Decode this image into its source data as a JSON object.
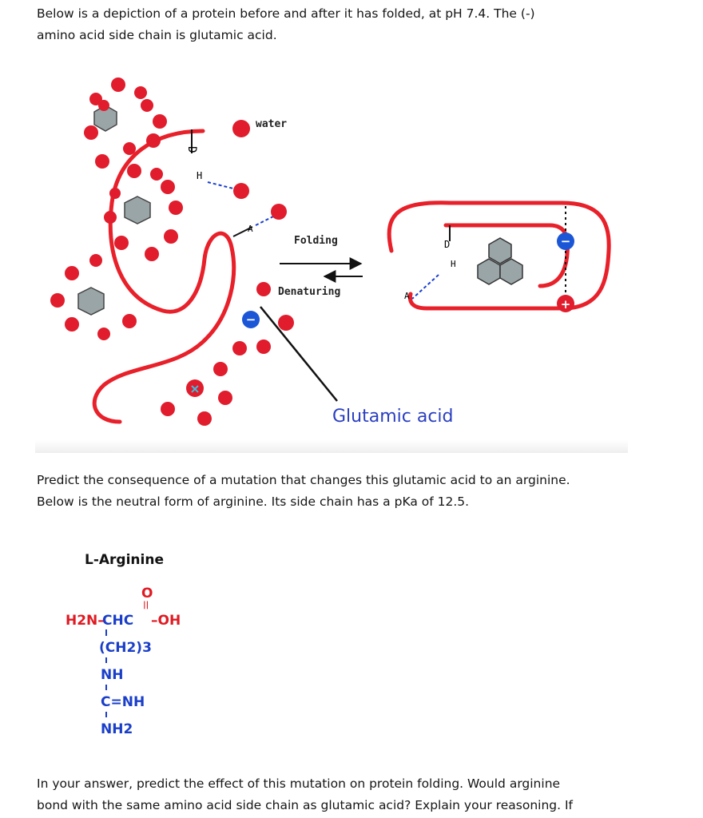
{
  "intro": {
    "line1": "Below is a depiction of a protein before and after it has folded, at pH 7.4. The (-)",
    "line2": "amino acid side chain is glutamic acid."
  },
  "figure": {
    "water_label": "water",
    "folding_label": "Folding",
    "denaturing_label": "Denaturing",
    "glutamic_label": "Glutamic acid",
    "d_left": "D",
    "h_left": "H",
    "a_left": "A",
    "d_right": "D",
    "h_right": "H",
    "a_right": "A",
    "minus_sign": "−",
    "plus_sign": "+",
    "x_mark": "×",
    "colors": {
      "protein_line": "#e8202a",
      "water_red": "#e11c2c",
      "hexagon": "#9aa5a8",
      "negative_blue": "#1a56d6",
      "positive_red": "#e11c2c",
      "hbond_blue": "#1a3fd0",
      "label_blue": "#2a3fc0"
    }
  },
  "question": {
    "line1": "Predict the consequence of a mutation that changes this glutamic acid to an arginine.",
    "line2": "Below is the neutral form of arginine. Its side chain has a pKa of 12.5."
  },
  "arginine": {
    "title": "L-Arginine",
    "carbonyl_o": "O",
    "double_bond_mark": "||",
    "backbone_h2n": "H2N–",
    "backbone_chc": "CHC",
    "backbone_oh": "–OH",
    "chain_1": "(CH2)3",
    "chain_2": "NH",
    "chain_3": "C=NH",
    "chain_4": "NH2",
    "colors": {
      "red": "#e01a22",
      "blue": "#1a3ec8"
    }
  },
  "answer_prompt": {
    "line1": "In your answer, predict the effect of this mutation on protein folding. Would arginine",
    "line2": "bond with the same amino acid side chain as glutamic acid? Explain your reasoning. If"
  }
}
